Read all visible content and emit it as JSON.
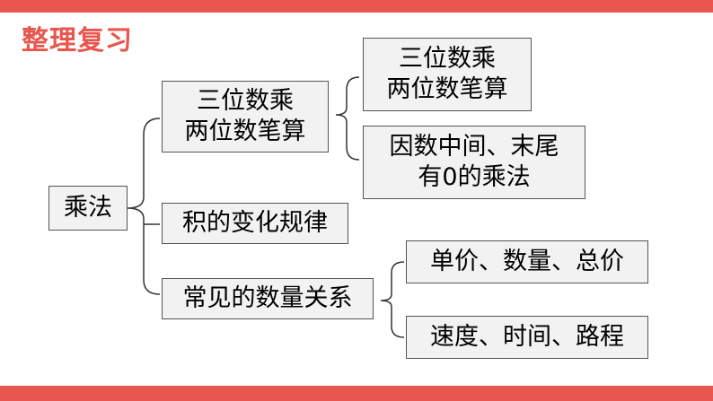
{
  "title": "整理复习",
  "colors": {
    "accent": "#e8574e",
    "box_fill": "#f2f2f2",
    "box_border": "#555555"
  },
  "nodes": {
    "root": "乘法",
    "l1_a": "三位数乘\n两位数笔算",
    "l1_b": "积的变化规律",
    "l1_c": "常见的数量关系",
    "l2_a1": "三位数乘\n两位数笔算",
    "l2_a2": "因数中间、末尾\n有0的乘法",
    "l2_c1": "单价、数量、总价",
    "l2_c2": "速度、时间、路程"
  }
}
